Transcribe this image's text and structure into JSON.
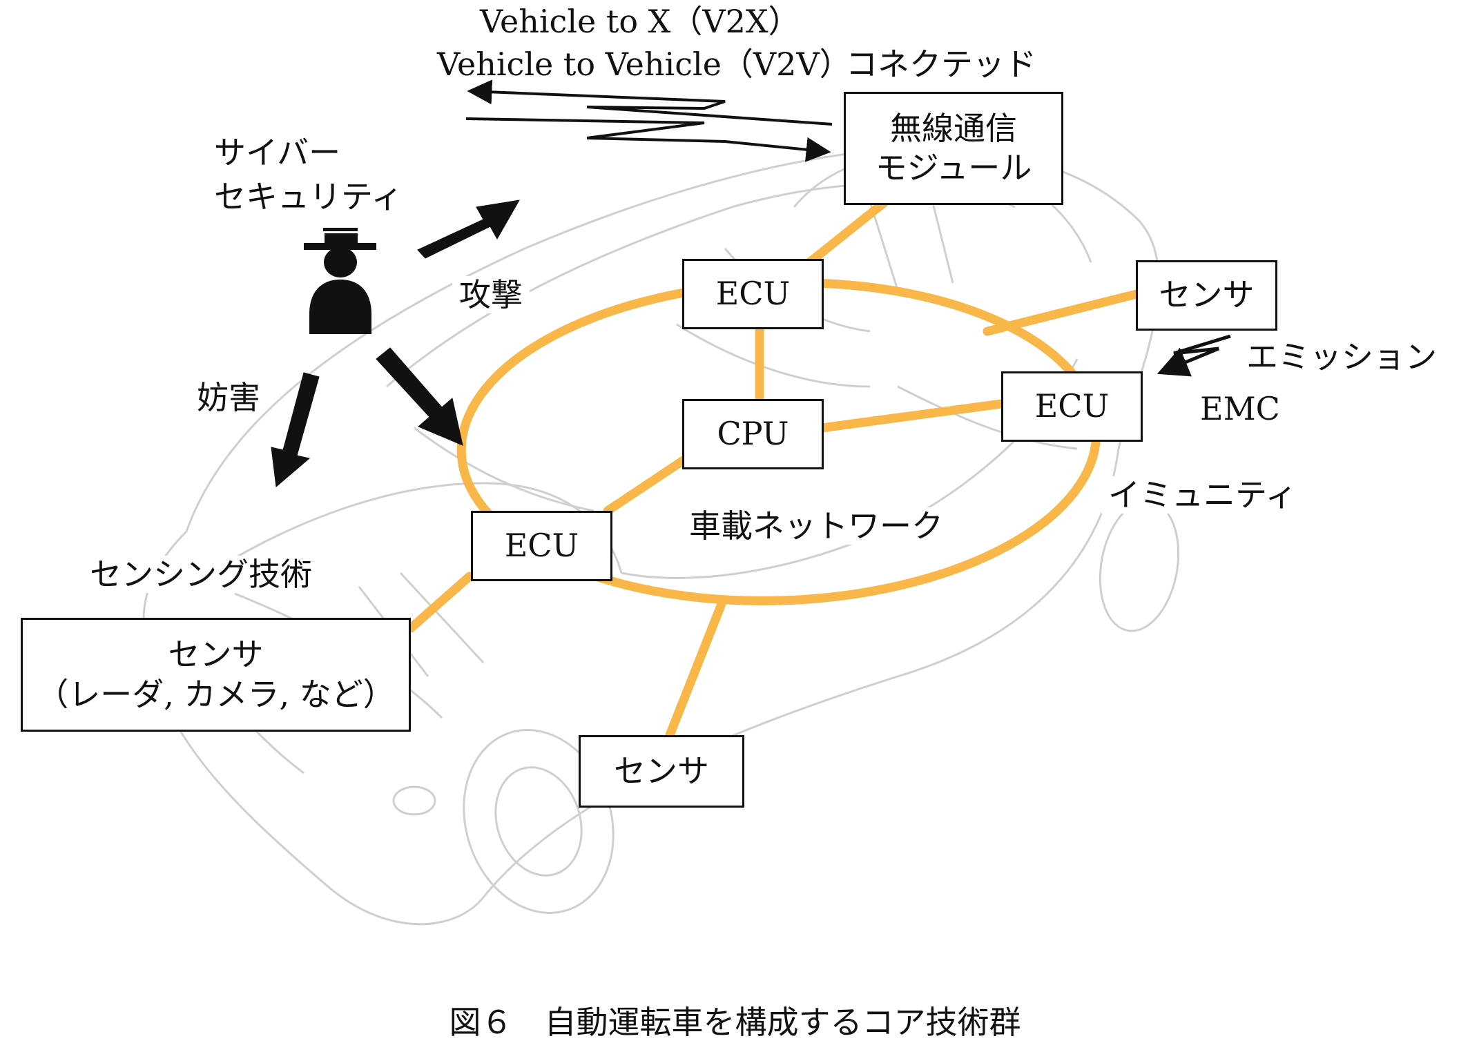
{
  "labels": {
    "v2x": "Vehicle to X（V2X）",
    "v2v": "Vehicle to Vehicle（V2V）",
    "connected": "コネクテッド",
    "cyber_line1": "サイバー",
    "cyber_line2": "セキュリティ",
    "attack": "攻撃",
    "interference": "妨害",
    "sensing": "センシング技術",
    "network": "車載ネットワーク",
    "emission": "エミッション",
    "emc": "EMC",
    "immunity": "イミュニティ"
  },
  "boxes": {
    "wireless_line1": "無線通信",
    "wireless_line2": "モジュール",
    "ecu_top": "ECU",
    "cpu": "CPU",
    "ecu_right": "ECU",
    "ecu_left": "ECU",
    "sensor_right": "センサ",
    "sensor_main_line1": "センサ",
    "sensor_main_line2": "（レーダ, カメラ, など）",
    "sensor_bottom": "センサ"
  },
  "caption": "図６　自動運転車を構成するコア技術群",
  "colors": {
    "network": "#f9b74a",
    "arrow": "#111111",
    "car_line": "#cfcfcf"
  }
}
